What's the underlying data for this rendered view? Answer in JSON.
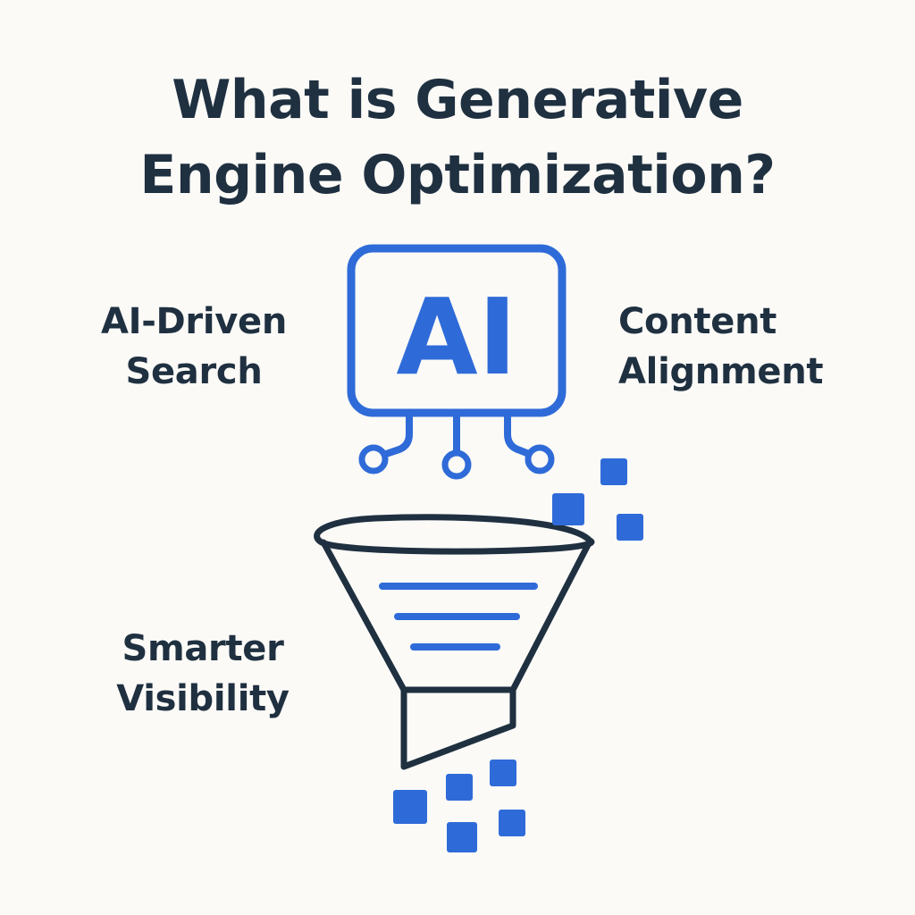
{
  "title": {
    "line1": "What is Generative",
    "line2": "Engine Optimization?"
  },
  "labels": {
    "ai_driven": {
      "line1": "AI-Driven",
      "line2": "Search"
    },
    "content_alignment": {
      "line1": "Content",
      "line2": "Alignment"
    },
    "smarter_visibility": {
      "line1": "Smarter",
      "line2": "Visibility"
    }
  },
  "ai_chip": {
    "text": "AI"
  },
  "icons": [
    "ai-chip-icon",
    "funnel-icon",
    "data-pixel-icon"
  ],
  "colors": {
    "background": "#fbfaf7",
    "text_dark": "#1f3040",
    "accent_blue": "#2f6bd8"
  }
}
